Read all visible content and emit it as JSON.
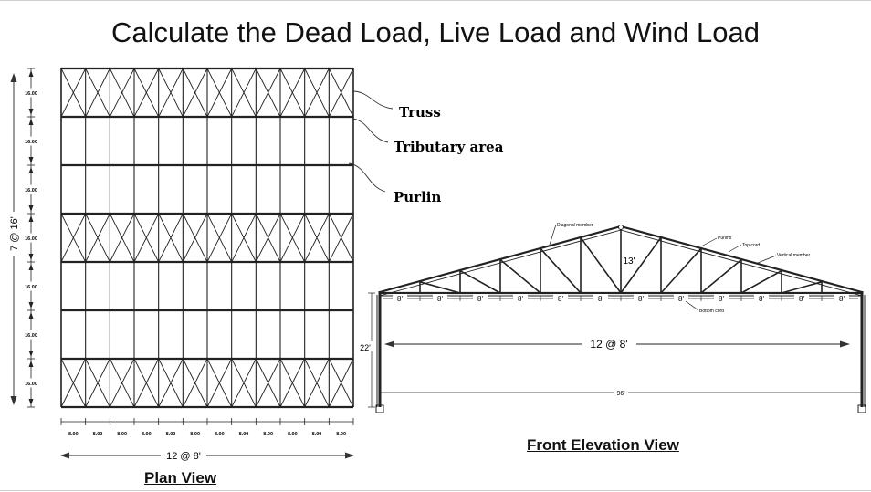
{
  "title": "Calculate the Dead Load, Live Load and Wind Load",
  "plan": {
    "caption": "Plan View",
    "side_label": "7 @ 16'",
    "bottom_label": "12 @ 8'",
    "row_dim_label": "16.00",
    "col_dim_label": "8.00",
    "callouts": {
      "truss": "Truss",
      "tributary": "Tributary area",
      "purlin": "Purlin"
    }
  },
  "elevation": {
    "caption": "Front Elevation View",
    "panel_label": "8'",
    "span_label": "12 @ 8'",
    "total_label": "96'",
    "height_label": "22'",
    "rise_label": "13'",
    "members": {
      "diagonal": "Diagonal member",
      "purlins": "Purlins",
      "top_cord": "Top cord",
      "vertical": "Vertical member",
      "bottom_cord": "Bottom cord"
    }
  }
}
